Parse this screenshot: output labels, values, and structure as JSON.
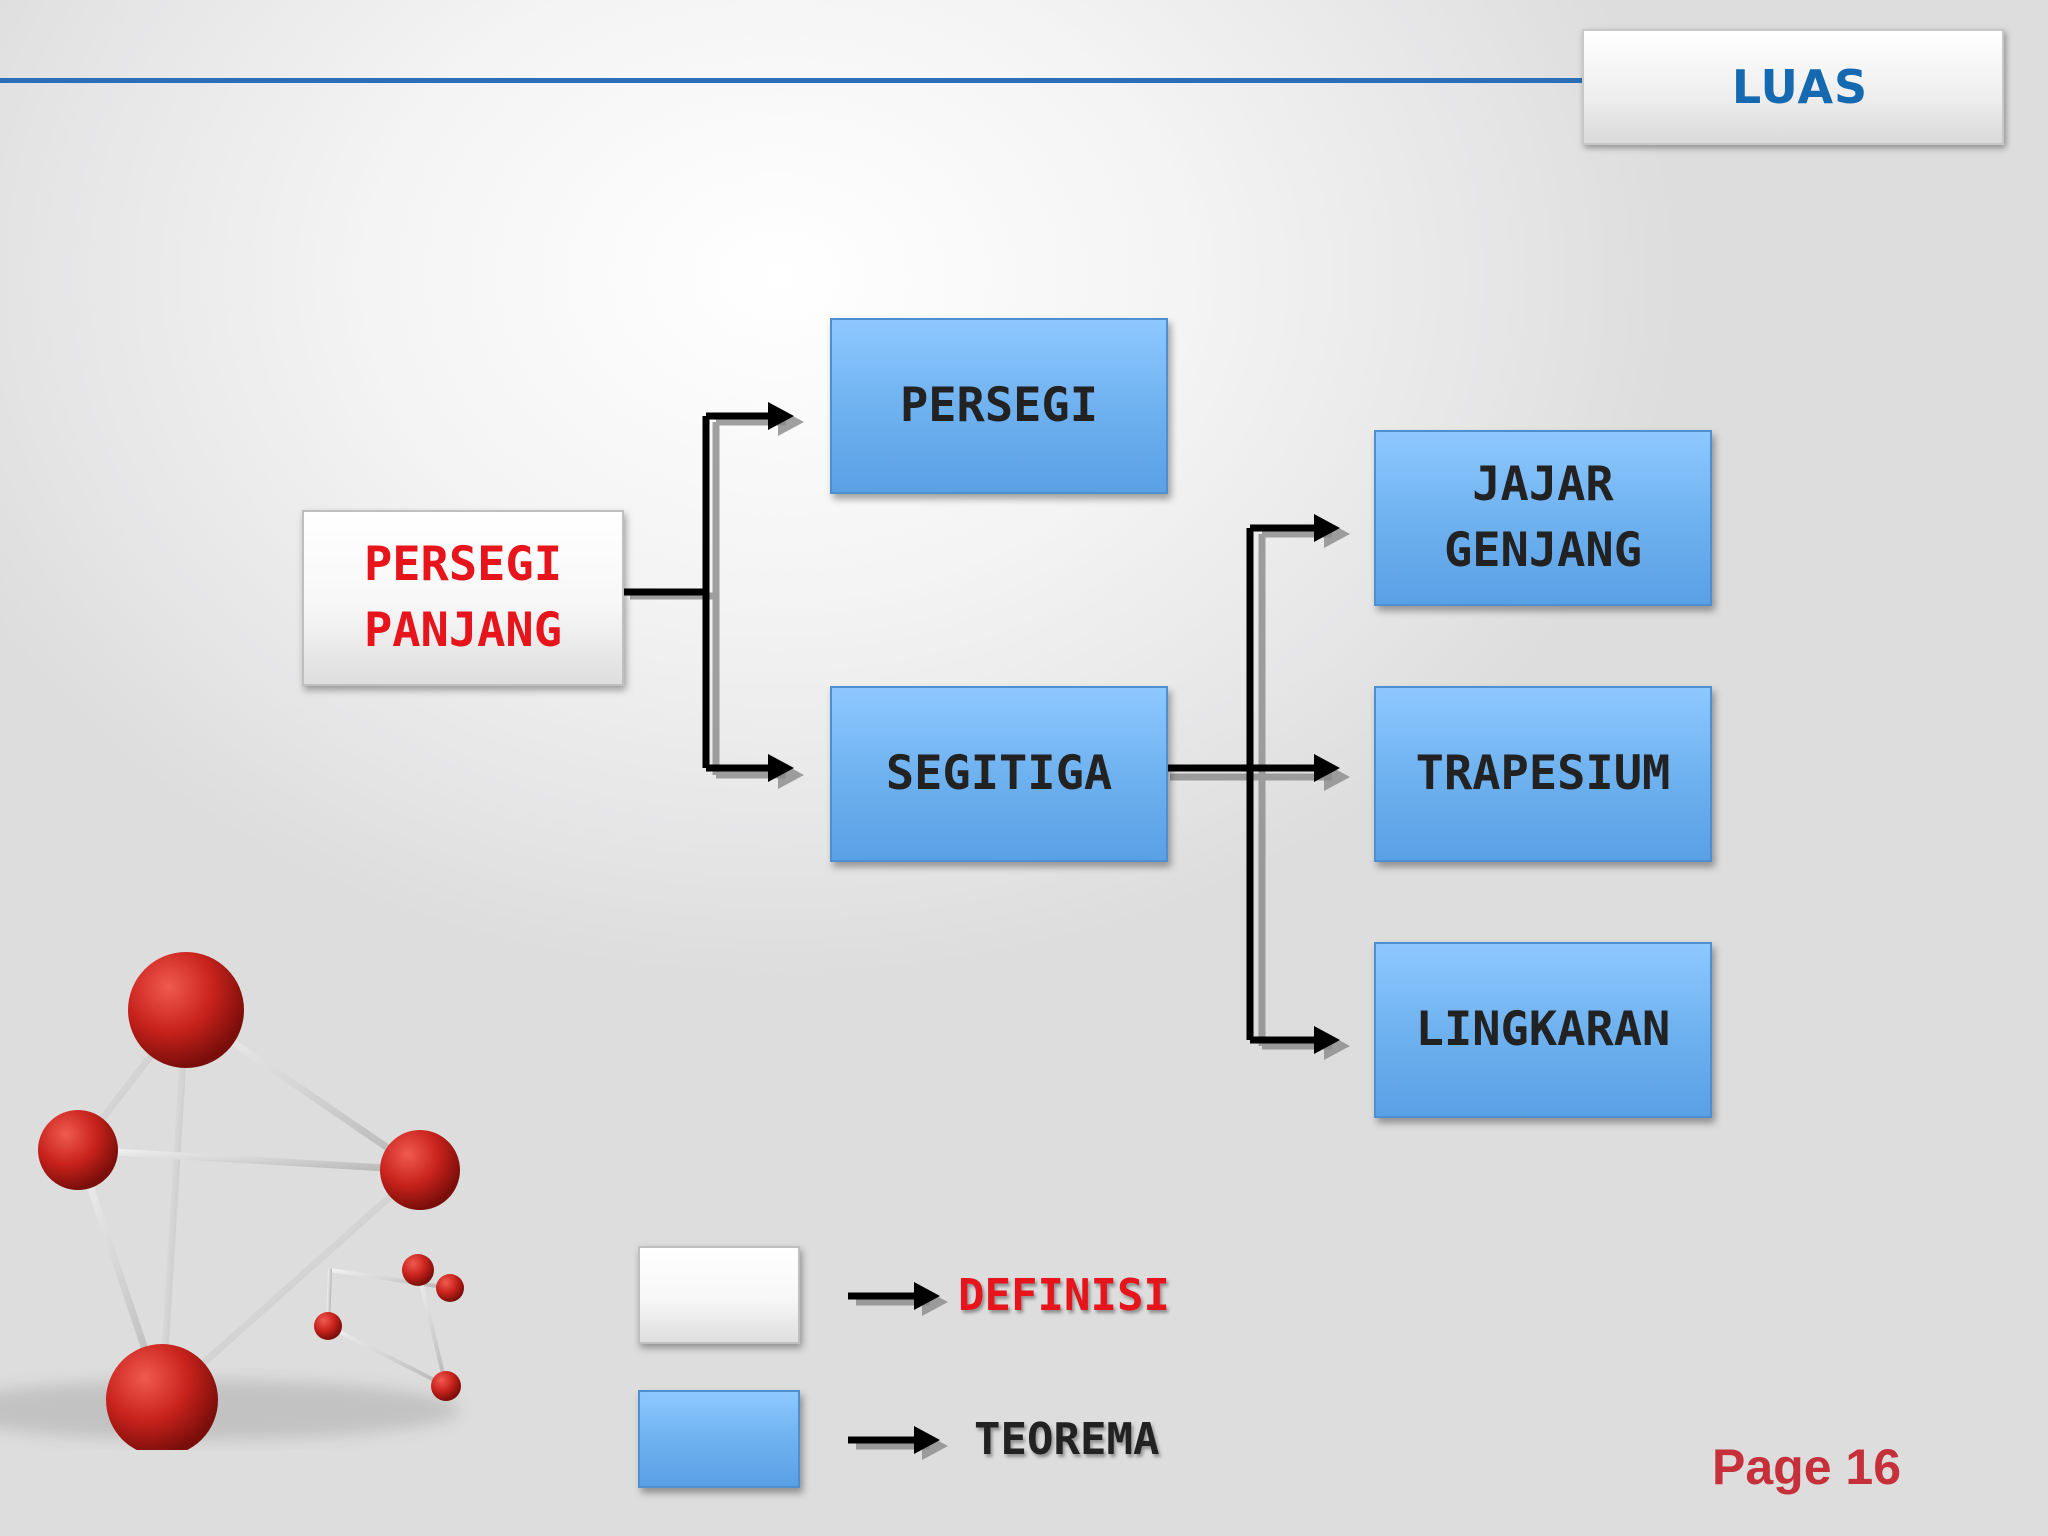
{
  "title": "LUAS",
  "nodes": {
    "root": "PERSEGI\nPANJANG",
    "persegi": "PERSEGI",
    "segitiga": "SEGITIGA",
    "jajar_genjang": "JAJAR\nGENJANG",
    "trapesium": "TRAPESIUM",
    "lingkaran": "LINGKARAN"
  },
  "legend": {
    "definisi": "DEFINISI",
    "teorema": "TEOREMA"
  },
  "page_label": "Page 16",
  "colors": {
    "accent_blue": "#2a6fb8",
    "definition_red": "#e8141c",
    "theorem_box_blue": "#6fb2f0",
    "page_red": "#c5303a"
  }
}
